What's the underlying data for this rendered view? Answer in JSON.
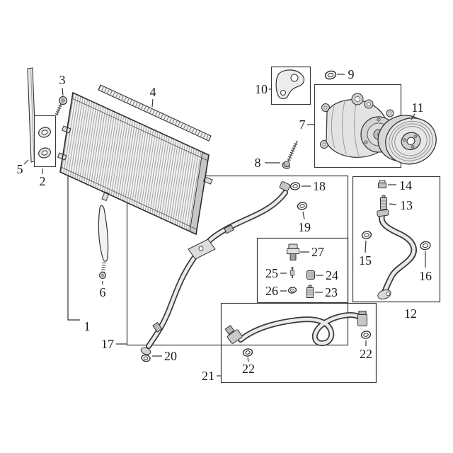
{
  "diagram": {
    "colors": {
      "background": "#ffffff",
      "line": "#333333"
    }
  },
  "callouts": {
    "c1": "1",
    "c2": "2",
    "c3": "3",
    "c4": "4",
    "c5": "5",
    "c6": "6",
    "c7": "7",
    "c8": "8",
    "c9": "9",
    "c10": "10",
    "c11": "11",
    "c12": "12",
    "c13": "13",
    "c14": "14",
    "c15": "15",
    "c16": "16",
    "c17": "17",
    "c18": "18",
    "c19": "19",
    "c20": "20",
    "c21": "21",
    "c22a": "22",
    "c22b": "22",
    "c23": "23",
    "c24": "24",
    "c25": "25",
    "c26": "26",
    "c27": "27"
  }
}
